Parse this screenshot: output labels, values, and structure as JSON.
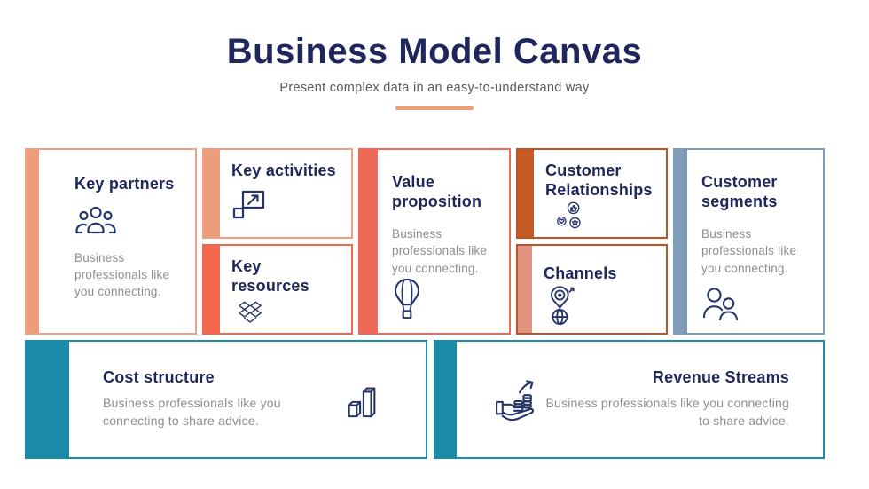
{
  "header": {
    "title": "Business Model Canvas",
    "subtitle": "Present complex data in an easy-to-understand way"
  },
  "colors": {
    "title_navy": "#1F265C",
    "body_gray": "#8E8E8E",
    "subtitle_gray": "#5A5A5A",
    "divider_orange": "#F09B76",
    "teal": "#1A8CA9"
  },
  "cards": {
    "key_partners": {
      "title": "Key partners",
      "body": "Business professionals like you connecting.",
      "icon": "people-group-icon",
      "bar_color": "#EC9C79",
      "border_color": "#ECA283"
    },
    "key_activities": {
      "title": "Key activities",
      "icon": "expand-arrow-icon",
      "bar_color": "#EC9C79",
      "border_color": "#EFA081"
    },
    "key_resources": {
      "title": "Key resources",
      "icon": "open-box-icon",
      "bar_color": "#F3684C",
      "border_color": "#F3684C"
    },
    "value_proposition": {
      "title": "Value proposition",
      "body": "Business professionals like you connecting.",
      "icon": "hot-air-balloon-icon",
      "bar_color": "#ED6A58",
      "border_color": "#ED6A58"
    },
    "customer_relationships": {
      "title": "Customer Relationships",
      "icon": "engagement-badges-icon",
      "bar_color": "#C65A24",
      "border_color": "#BC5327"
    },
    "channels": {
      "title": "Channels",
      "icon": "location-pin-globe-icon",
      "bar_color": "#E29481",
      "border_color": "#BC5327"
    },
    "customer_segments": {
      "title": "Customer segments",
      "body": "Business professionals like you connecting.",
      "icon": "two-people-icon",
      "bar_color": "#7F9CBA",
      "border_color": "#7F9CBA"
    },
    "cost_structure": {
      "title": "Cost structure",
      "body": "Business professionals like you connecting to share advice.",
      "icon": "bar-chart-3d-icon",
      "bar_color": "#1A8CA9",
      "border_color": "#1A8CA9"
    },
    "revenue_streams": {
      "title": "Revenue Streams",
      "body": "Business professionals like you connecting to share advice.",
      "icon": "hand-coins-growth-icon",
      "bar_color": "#1A8CA9",
      "border_color": "#1A8CA9"
    }
  }
}
